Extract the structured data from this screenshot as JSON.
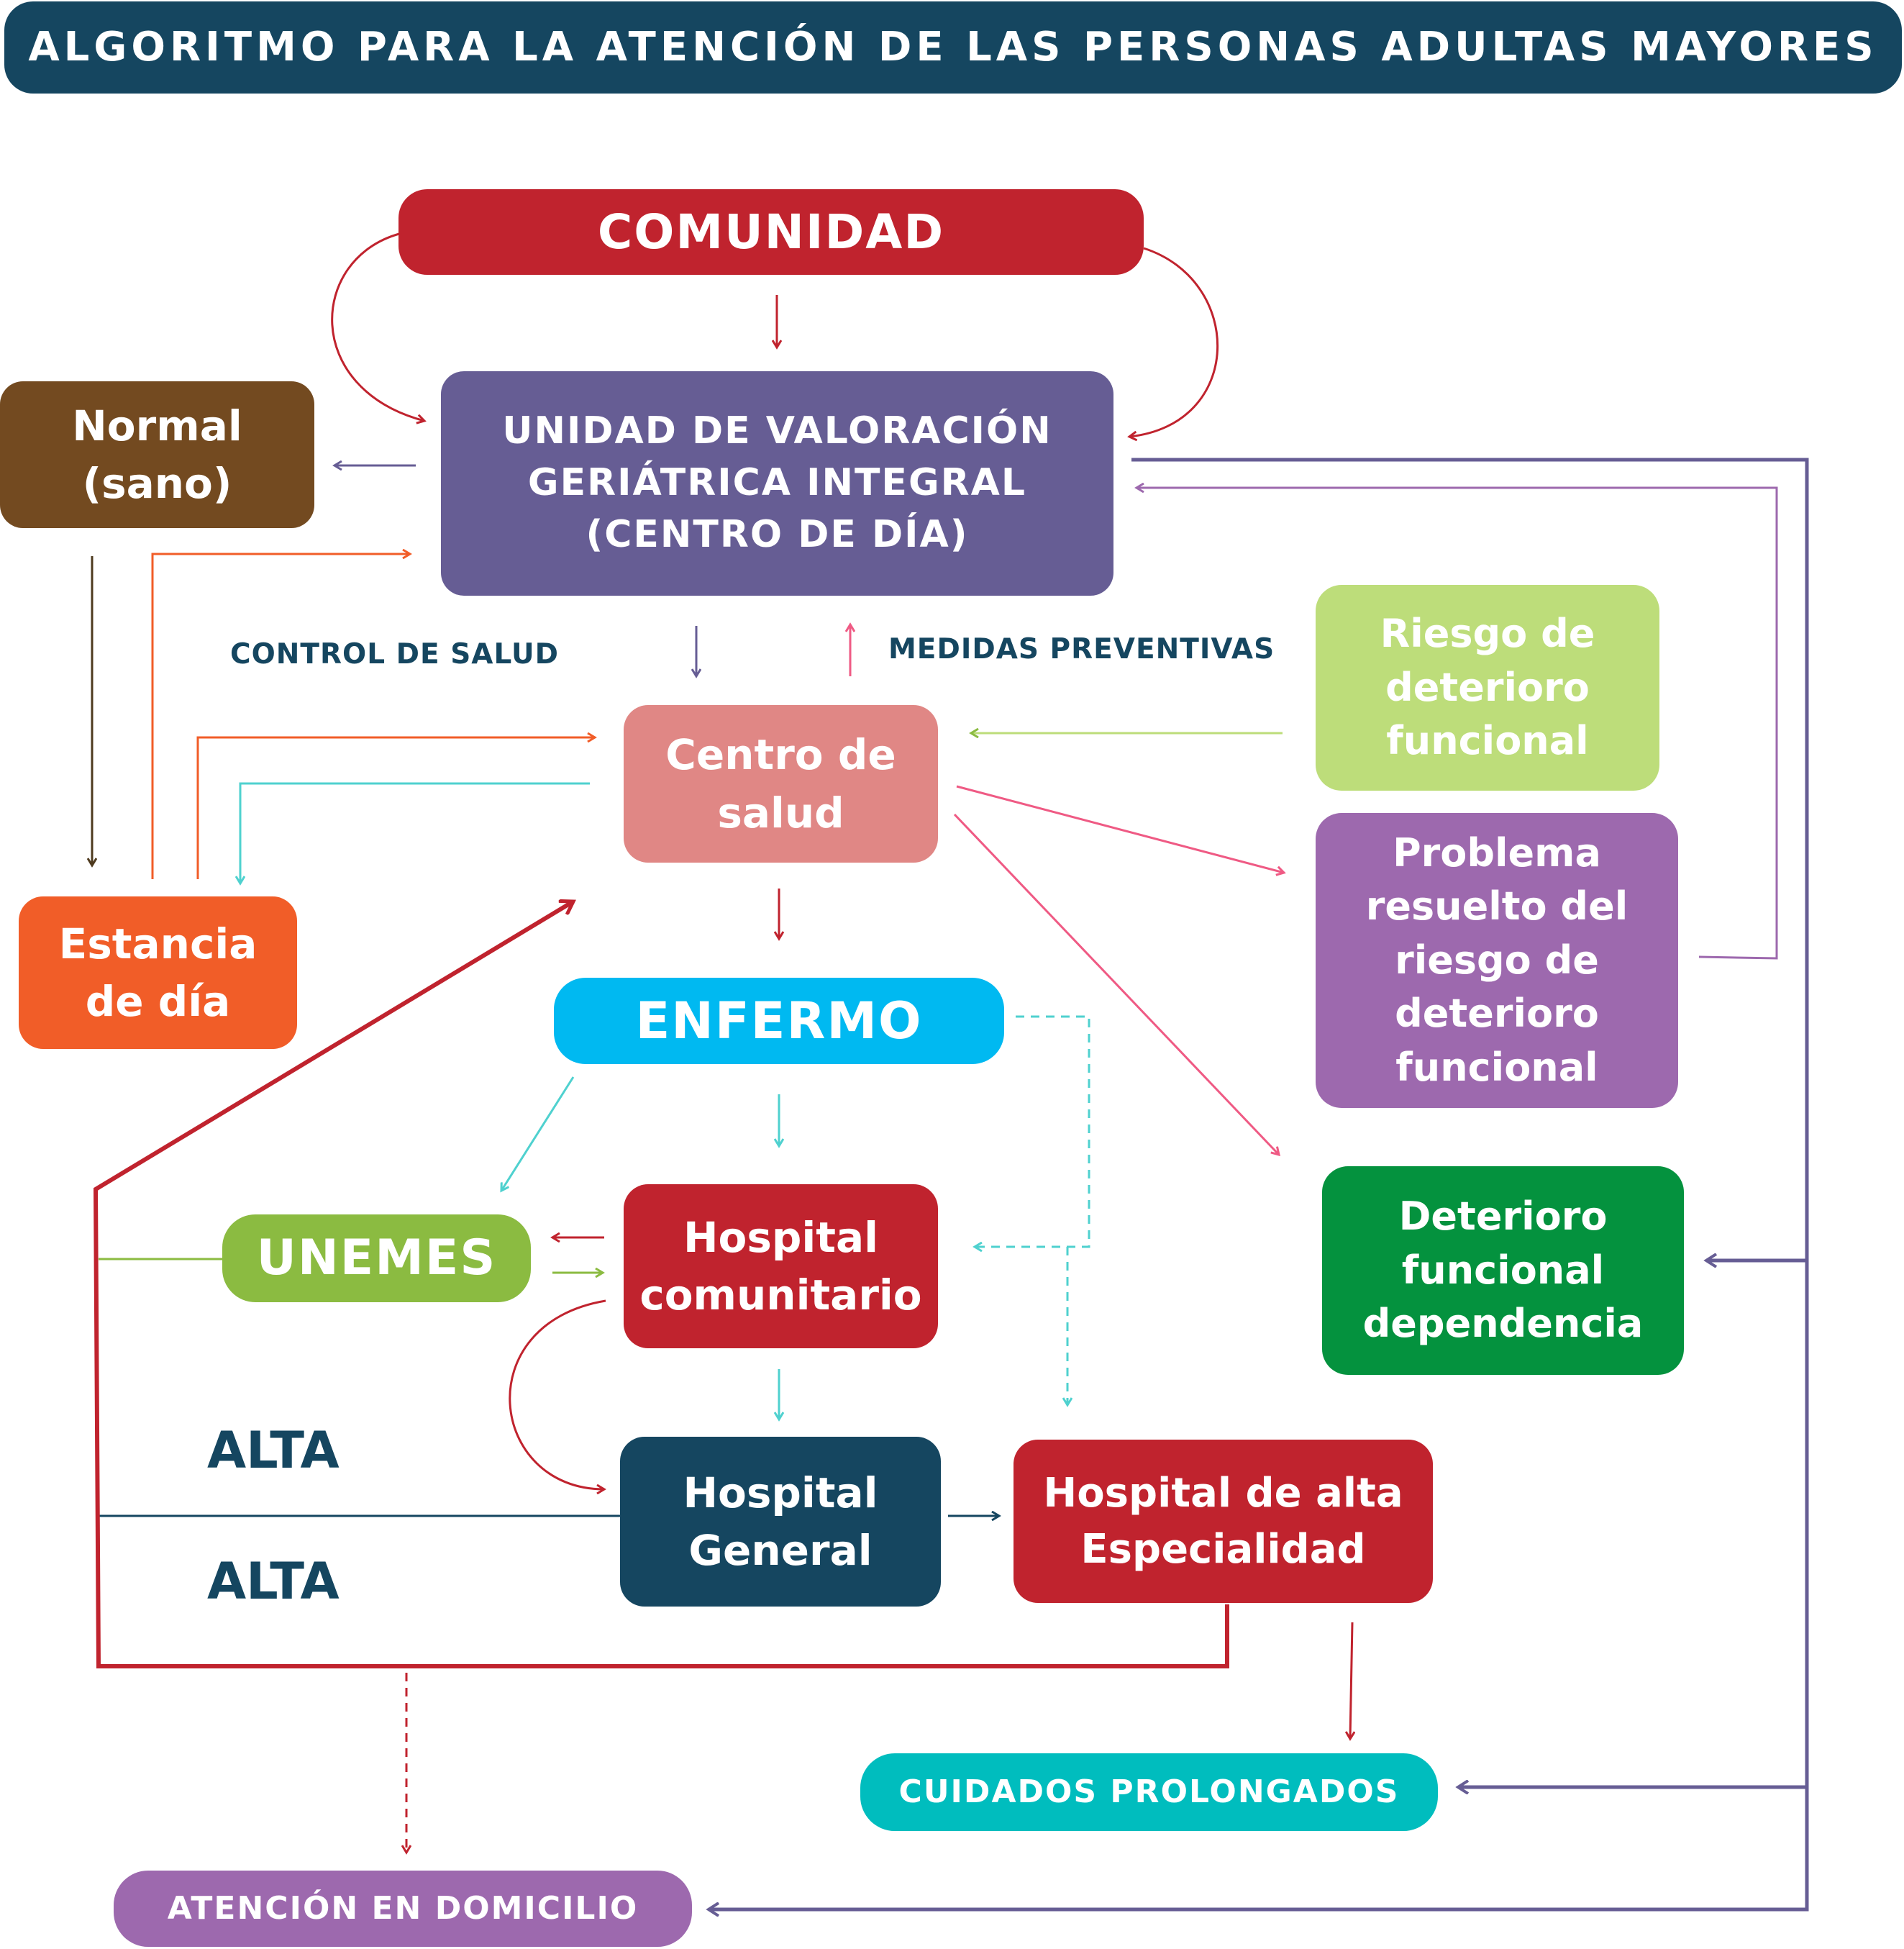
{
  "title": "ALGORITMO PARA LA ATENCIÓN DE LAS PERSONAS ADULTAS MAYORES",
  "nodes": {
    "comunidad": "COMUNIDAD",
    "uvgi": "UNIDAD DE VALORACIÓN\nGERIÁTRICA INTEGRAL\n(CENTRO DE DÍA)",
    "normal": "Normal\n(sano)",
    "centro_salud": "Centro de\nsalud",
    "estancia": "Estancia\nde día",
    "riesgo": "Riesgo de\ndeterioro\nfuncional",
    "problema": "Problema\nresuelto del\nriesgo de\ndeterioro\nfuncional",
    "deterioro": "Deterioro\nfuncional\ndependencia",
    "enfermo": "ENFERMO",
    "unemes": "UNEMES",
    "hosp_comunitario": "Hospital\ncomunitario",
    "hosp_general": "Hospital\nGeneral",
    "hosp_alta": "Hospital de alta\nEspecialidad",
    "cuidados": "CUIDADOS PROLONGADOS",
    "domicilio": "ATENCIÓN EN DOMICILIO"
  },
  "labels": {
    "control": "CONTROL DE SALUD",
    "medidas": "MEDIDAS PREVENTIVAS",
    "alta_1": "ALTA",
    "alta_2": "ALTA"
  },
  "colors": {
    "title_bg": "#154660",
    "comunidad": "#C0232E",
    "uvgi": "#665D94",
    "normal": "#734A20",
    "centro_salud": "#E08785",
    "estancia": "#F15D28",
    "riesgo": "#BDDD7A",
    "problema": "#9D69AE",
    "deterioro": "#04923E",
    "enfermo": "#00B9F1",
    "unemes": "#8BBB41",
    "hosp_comunitario": "#C0232E",
    "hosp_general": "#154660",
    "hosp_alta": "#C0232E",
    "cuidados": "#00BDBE",
    "domicilio": "#9D69AE"
  }
}
